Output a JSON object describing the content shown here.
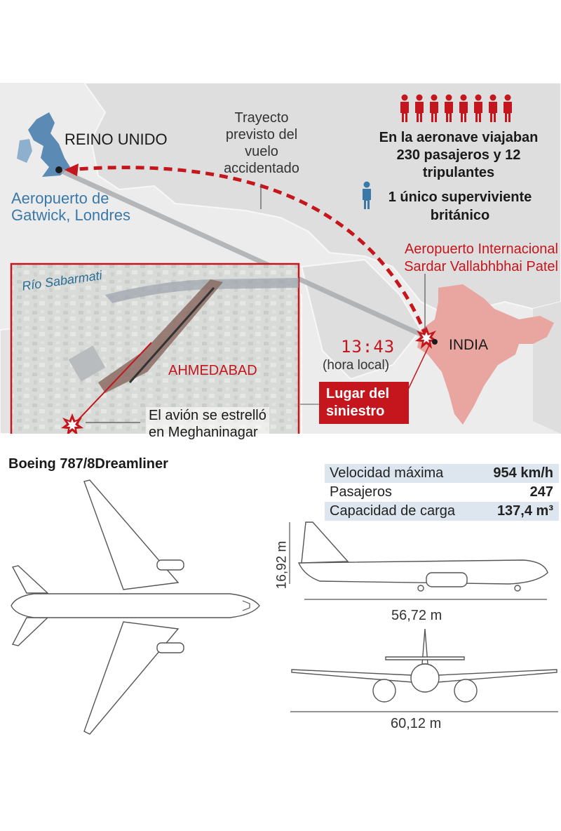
{
  "map": {
    "country_uk": "REINO UNIDO",
    "gatwick_airport": [
      "Aeropuerto de",
      "Gatwick, Londres"
    ],
    "route_label": [
      "Trayecto",
      "previsto del",
      "vuelo",
      "accidentado"
    ],
    "ahmedabad_airport": [
      "Aeropuerto Internacional",
      "Sardar Vallabhbhai Patel"
    ],
    "country_india": "INDIA",
    "time": "13:43",
    "time_note": "(hora local)",
    "crash_site": [
      "Lugar del",
      "siniestro"
    ],
    "river": "Río Sabarmati",
    "city": "AHMEDABAD",
    "crash_note": [
      "El avión se estrelló",
      "en Meghaninagar"
    ]
  },
  "people": {
    "onboard": [
      "En la aeronave viajaban",
      "230 pasajeros y 12",
      "tripulantes"
    ],
    "survivor": [
      "1 único superviviente",
      "británico"
    ]
  },
  "aircraft": {
    "model": "Boeing 787/8Dreamliner",
    "specs": [
      {
        "label": "Velocidad máxima",
        "value": "954 km/h"
      },
      {
        "label": "Pasajeros",
        "value": "247"
      },
      {
        "label": "Capacidad de carga",
        "value": "137,4 m³"
      }
    ],
    "height": "16,92 m",
    "length": "56,72 m",
    "wingspan": "60,12 m"
  },
  "colors": {
    "accent_red": "#c4161c",
    "route_red": "#c4161c",
    "uk_blue": "#5b8bb4",
    "india_pink": "#e9a5a0",
    "map_land": "#dfdfdf",
    "map_sea": "#ececec"
  }
}
